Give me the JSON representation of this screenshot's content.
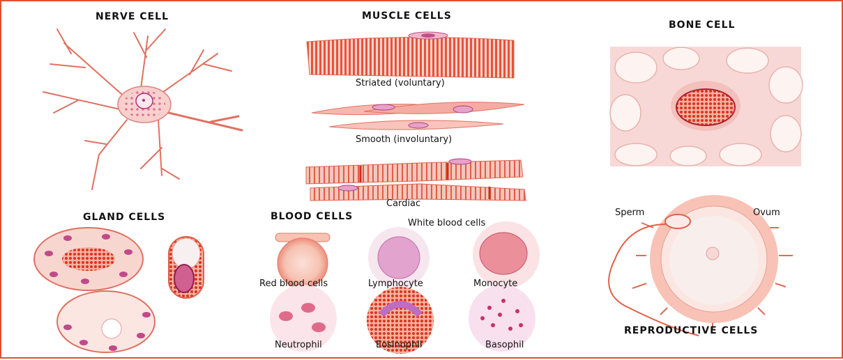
{
  "headings": {
    "nerve": "NERVE CELL",
    "muscle": "MUSCLE CELLS",
    "bone": "BONE CELL",
    "gland": "GLAND CELLS",
    "blood": "BLOOD CELLS",
    "reproductive": "REPRODUCTIVE CELLS"
  },
  "muscle_labels": {
    "striated": "Striated (voluntary)",
    "smooth": "Smooth (involuntary)",
    "cardiac": "Cardiac"
  },
  "blood_labels": {
    "white_group": "White blood cells",
    "red": "Red blood cells",
    "lymphocyte": "Lymphocyte",
    "monocyte": "Monocyte",
    "neutrophil": "Neutrophil",
    "eosinophil": "Eosinophil",
    "basophil": "Basophil"
  },
  "reproductive_labels": {
    "sperm": "Sperm",
    "ovum": "Ovum"
  },
  "colors": {
    "cell_pink": "#f6c9c0",
    "stripe_red": "#e8523a",
    "nucleus_purple": "#c04a8a",
    "outline": "#e06048"
  }
}
